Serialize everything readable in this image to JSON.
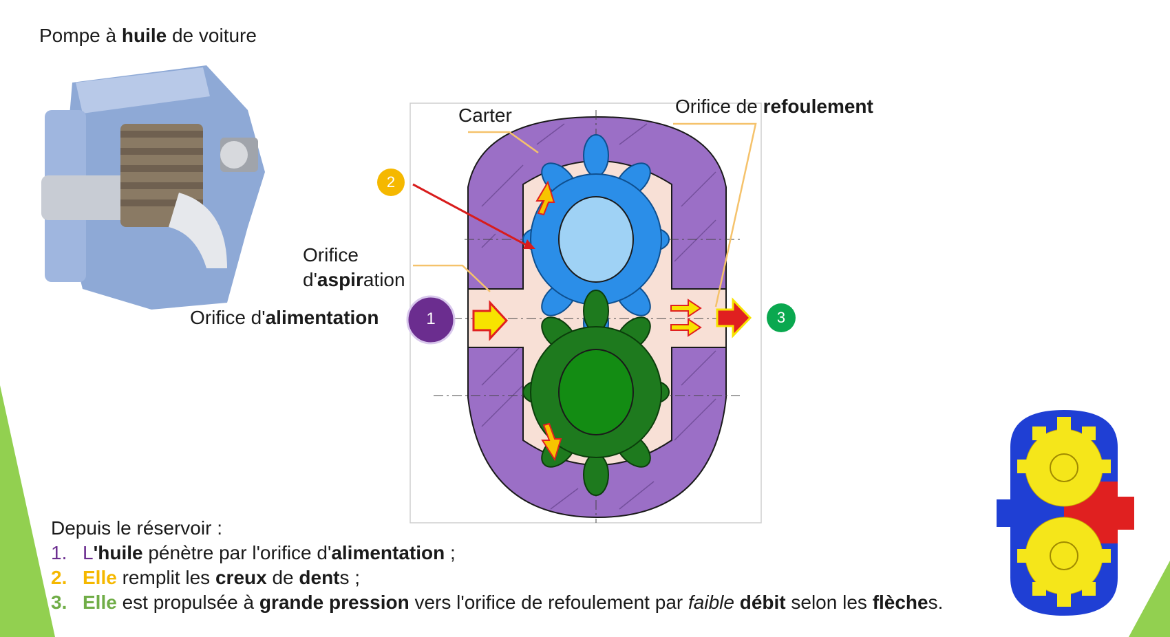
{
  "title": {
    "pre": "Pompe à ",
    "bold": "huile",
    "post": " de voiture"
  },
  "labels": {
    "carter": "Carter",
    "refoulement": {
      "pre": "Orifice de ",
      "bold": "refoulement"
    },
    "aspiration": {
      "line1": "Orifice",
      "pre": "d'",
      "bold": "aspir",
      "post": "ation"
    },
    "alimentation": {
      "pre": "Orifice d'",
      "bold": "alimentation"
    }
  },
  "markers": [
    {
      "number": "1",
      "color": "#6b2d8f"
    },
    {
      "number": "2",
      "color": "#f5b800"
    },
    {
      "number": "3",
      "color": "#0aa84f"
    }
  ],
  "intro": "Depuis le réservoir :",
  "steps": [
    {
      "num": "1.",
      "color": "#6b2d8f",
      "lead": "L",
      "lead_bold": "'huile",
      "t1": " pénètre par l'orifice d'",
      "b1": "alimentation",
      "t2": " ;"
    },
    {
      "num": "2.",
      "color": "#f5b800",
      "lead_bold": "Elle",
      "t1": " remplit les ",
      "b1": "creux",
      "t2": " de ",
      "b2": "dent",
      "t3": "s ;"
    },
    {
      "num": "3.",
      "color": "#70ad47",
      "lead_bold": "Elle",
      "t1": " est propulsée à ",
      "b1": "grande pression",
      "t2": " vers l'orifice de refoulement par ",
      "i1": "faible",
      "t3": " ",
      "b2": "débit",
      "t4": " selon les ",
      "b3": "flèche",
      "t5": "s."
    }
  ],
  "colors": {
    "housing": "#9b6fc6",
    "upper_gear": "#2b8ee8",
    "lower_gear": "#1e7a1e",
    "chamber": "#f8e0d6",
    "accent_green": "#8fcf3f"
  }
}
